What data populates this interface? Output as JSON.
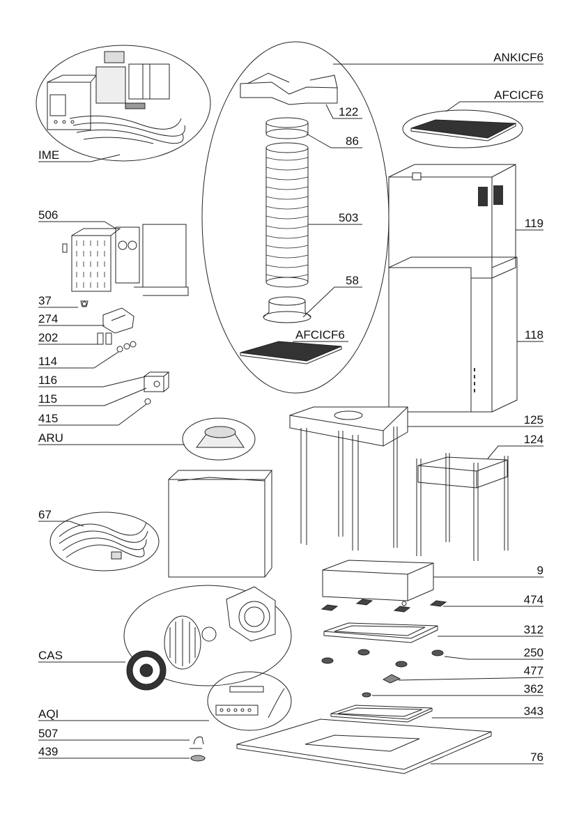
{
  "labels": {
    "IME": "IME",
    "506": "506",
    "37": "37",
    "274": "274",
    "202": "202",
    "114": "114",
    "116": "116",
    "115": "115",
    "415": "415",
    "ARU": "ARU",
    "67": "67",
    "CAS": "CAS",
    "AQI": "AQI",
    "507": "507",
    "439": "439",
    "ANKICF6": "ANKICF6",
    "122": "122",
    "86": "86",
    "503": "503",
    "58": "58",
    "AFCICF6_inner": "AFCICF6",
    "AFCICF6_top": "AFCICF6",
    "119": "119",
    "118": "118",
    "125": "125",
    "124": "124",
    "9": "9",
    "474": "474",
    "312": "312",
    "250": "250",
    "477": "477",
    "362": "362",
    "343": "343",
    "76": "76"
  }
}
